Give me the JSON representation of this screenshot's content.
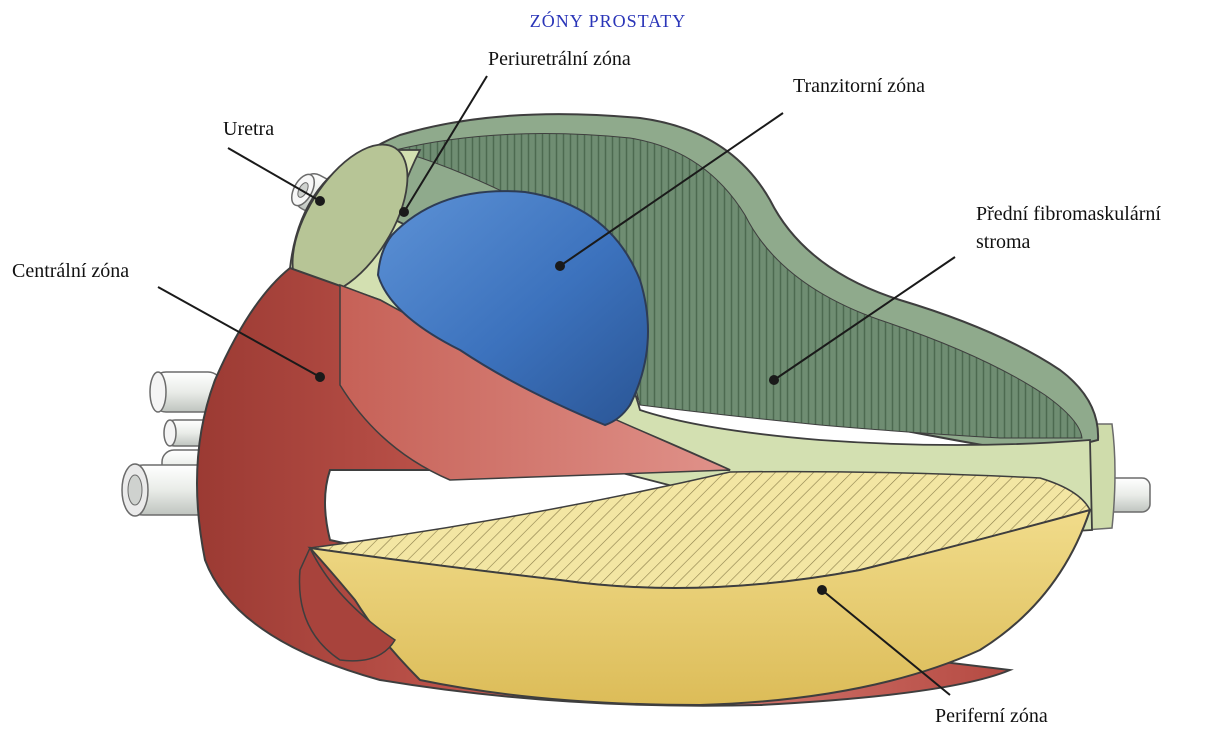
{
  "diagram": {
    "title": "ZÓNY PROSTATY",
    "colors": {
      "title": "#2a35b8",
      "central_zone": "#b8473f",
      "transition_zone": "#3f78c4",
      "anterior_stroma": "#7f9c80",
      "periurethral_zone": "#d7e3b4",
      "peripheral_zone": "#ecd37a"
    },
    "labels": {
      "periurethral": "Periuretrální zóna",
      "transition": "Tranzitorní zóna",
      "urethra": "Uretra",
      "anterior_line1": "Přední fibromaskulární",
      "anterior_line2": "stroma",
      "central": "Centrální zóna",
      "peripheral": "Periferní zóna"
    }
  }
}
